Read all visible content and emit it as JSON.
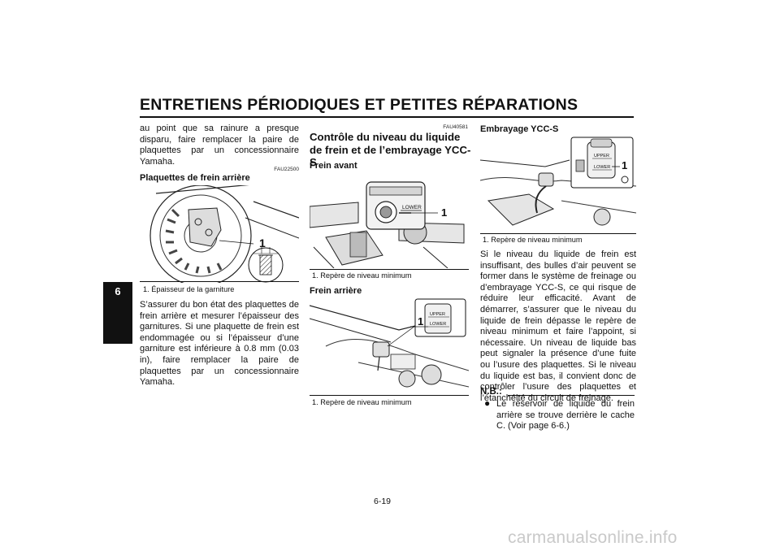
{
  "header": {
    "title": "ENTRETIENS PÉRIODIQUES ET PETITES RÉPARATIONS",
    "chapter_tab": "6"
  },
  "col1": {
    "intro": "au point que sa rainure a presque disparu, faire remplacer la paire de plaquettes par un concessionnaire Yamaha.",
    "code": "FAU22500",
    "heading": "Plaquettes de frein arrière",
    "fig_callout": "1",
    "caption": "1.  Épaisseur de la garniture",
    "body": "S’assurer du bon état des plaquettes de frein arrière et mesurer l’épaisseur des garnitures. Si une plaquette de frein est endommagée ou si l’épaisseur d’une garniture est inférieure à 0.8 mm (0.03 in), faire remplacer la paire de plaquettes par un concessionnaire Yamaha."
  },
  "col2": {
    "code": "FAU40581",
    "heading": "Contrôle du niveau du liquide de frein et de l’embrayage YCC-S",
    "front_heading": "Frein avant",
    "front_lower": "LOWER",
    "front_callout": "1",
    "front_caption": "1.  Repère de niveau minimum",
    "rear_heading": "Frein arrière",
    "rear_upper": "UPPER",
    "rear_lower": "LOWER",
    "rear_callout": "1",
    "rear_caption": "1.  Repère de niveau minimum"
  },
  "col3": {
    "heading": "Embrayage YCC-S",
    "fig_upper": "UPPER",
    "fig_lower": "LOWER",
    "fig_callout": "1",
    "caption": "1.  Repère de niveau minimum",
    "body": "Si le niveau du liquide de frein est insuffisant, des bulles d’air peuvent se former dans le système de freinage ou d’embrayage YCC-S, ce qui risque de réduire leur efficacité. Avant de démarrer, s’assurer que le niveau du liquide de frein dépasse le repère de niveau minimum et faire l’appoint, si nécessaire. Un niveau de liquide bas peut signaler la présence d’une fuite ou l’usure des plaquettes. Si le niveau du liquide est bas, il convient donc de contrôler l’usure des plaquettes et l’étanchéité du circuit de freinage.",
    "nb_label": "N.B.:",
    "nb_bullet": "●",
    "nb_text": "Le réservoir de liquide du frein arrière se trouve derrière le cache C. (Voir page 6-6.)"
  },
  "footer": {
    "page_number": "6-19",
    "watermark": "carmanualsonline.info"
  }
}
